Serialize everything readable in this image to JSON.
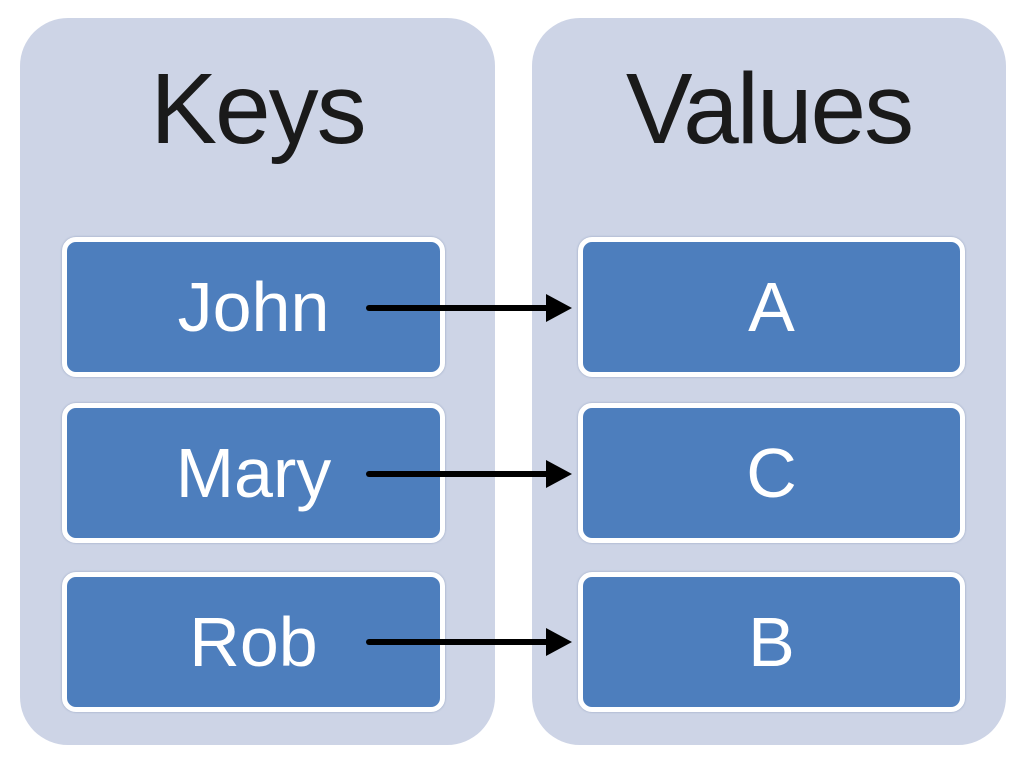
{
  "diagram": {
    "type": "key-value-mapping",
    "keys_panel": {
      "title": "Keys",
      "items": [
        {
          "label": "John"
        },
        {
          "label": "Mary"
        },
        {
          "label": "Rob"
        }
      ]
    },
    "values_panel": {
      "title": "Values",
      "items": [
        {
          "label": "A"
        },
        {
          "label": "C"
        },
        {
          "label": "B"
        }
      ]
    },
    "mappings": [
      {
        "from": "John",
        "to": "A"
      },
      {
        "from": "Mary",
        "to": "C"
      },
      {
        "from": "Rob",
        "to": "B"
      }
    ],
    "colors": {
      "panel_background": "#cdd4e6",
      "box_fill": "#4d7ebd",
      "box_border": "#ffffff",
      "box_text": "#ffffff",
      "title_text": "#1a1a1a",
      "arrow": "#000000",
      "page_background": "#ffffff"
    }
  }
}
